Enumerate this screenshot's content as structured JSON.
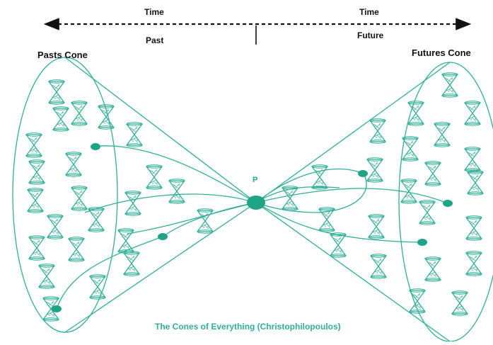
{
  "header": {
    "time_left": "Time",
    "time_right": "Time",
    "past": "Past",
    "future": "Future"
  },
  "labels": {
    "pasts_cone": "Pasts Cone",
    "futures_cone": "Futures Cone",
    "point": "P"
  },
  "caption": "The Cones of Everything (Christophilopoulos)",
  "colors": {
    "accent": "#2fae96",
    "node": "#1fa585",
    "text": "#111111",
    "caption": "#2fae96"
  },
  "icons": {
    "arrow": "dashed-double-arrow",
    "mini_cone": "hourglass-cone-icon"
  }
}
